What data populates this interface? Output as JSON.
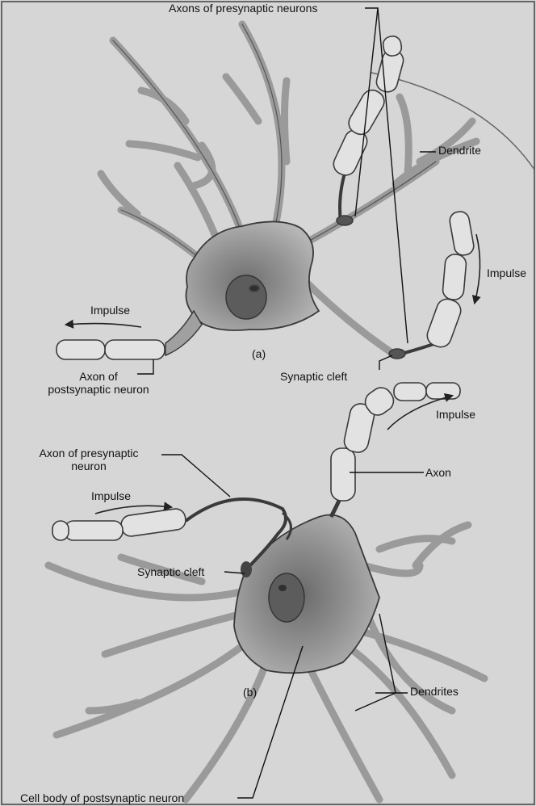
{
  "labels": {
    "axons_presynaptic": "Axons of presynaptic neurons",
    "dendrite": "Dendrite",
    "impulse_a_right": "Impulse",
    "impulse_a_left": "Impulse",
    "panel_a": "(a)",
    "axon_postsynaptic": "Axon of\npostsynaptic neuron",
    "synaptic_cleft_a": "Synaptic cleft",
    "impulse_b_top": "Impulse",
    "axon_presynaptic_b": "Axon of presynaptic\nneuron",
    "axon_b": "Axon",
    "impulse_b_left": "Impulse",
    "synaptic_cleft_b": "Synaptic cleft",
    "panel_b": "(b)",
    "dendrites_b": "Dendrites",
    "cell_body_postsynaptic": "Cell body of postsynaptic neuron"
  },
  "colors": {
    "background": "#d6d6d6",
    "cell_fill": "#a9a9a9",
    "cell_dark": "#6f6f6f",
    "nucleus": "#5a5a5a",
    "axon_segment": "#e2e2e2",
    "outline": "#3a3a3a",
    "leader": "#111111"
  }
}
